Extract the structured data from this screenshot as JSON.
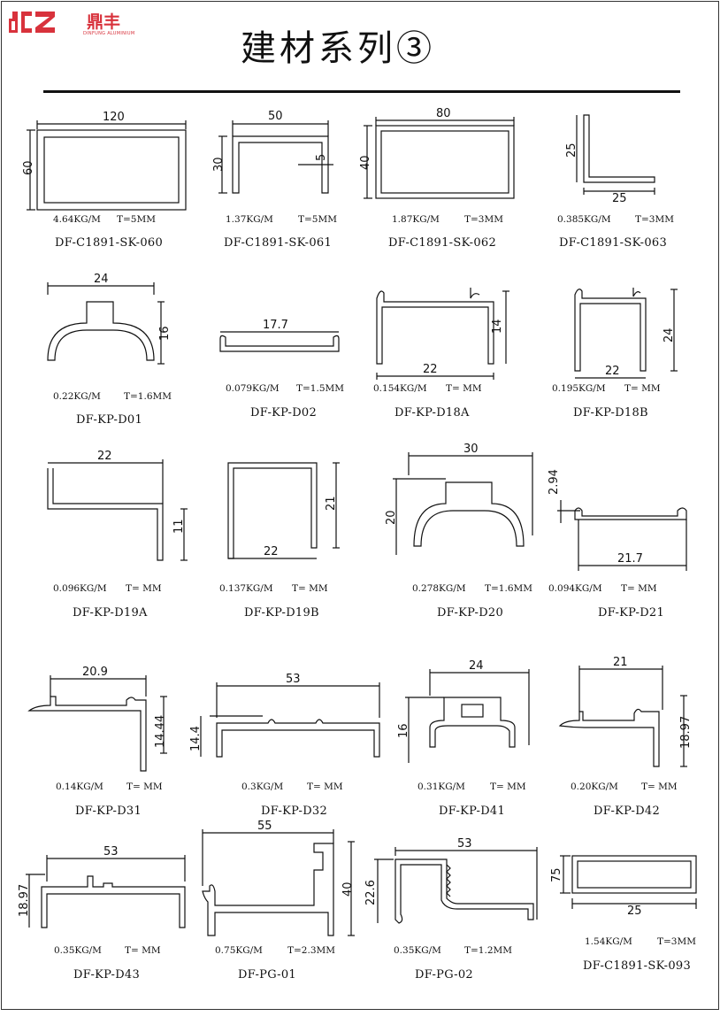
{
  "header": {
    "logo_brand": "鼎丰",
    "logo_sub": "DINFUNG ALUMINIUM",
    "title": "建材系列③",
    "brand_color": "#d8323c"
  },
  "profiles": [
    {
      "code": "DF-C1891-SK-060",
      "weight": "4.64KG/M",
      "thickness": "T=5MM",
      "dims": [
        "120",
        "60"
      ]
    },
    {
      "code": "DF-C1891-SK-061",
      "weight": "1.37KG/M",
      "thickness": "T=5MM",
      "dims": [
        "50",
        "30",
        "5"
      ]
    },
    {
      "code": "DF-C1891-SK-062",
      "weight": "1.87KG/M",
      "thickness": "T=3MM",
      "dims": [
        "80",
        "40"
      ]
    },
    {
      "code": "DF-C1891-SK-063",
      "weight": "0.385KG/M",
      "thickness": "T=3MM",
      "dims": [
        "25",
        "25"
      ]
    },
    {
      "code": "DF-KP-D01",
      "weight": "0.22KG/M",
      "thickness": "T=1.6MM",
      "dims": [
        "24",
        "16"
      ]
    },
    {
      "code": "DF-KP-D02",
      "weight": "0.079KG/M",
      "thickness": "T=1.5MM",
      "dims": [
        "17.7"
      ]
    },
    {
      "code": "DF-KP-D18A",
      "weight": "0.154KG/M",
      "thickness": "T=   MM",
      "dims": [
        "14",
        "22"
      ]
    },
    {
      "code": "DF-KP-D18B",
      "weight": "0.195KG/M",
      "thickness": "T=   MM",
      "dims": [
        "24",
        "22"
      ]
    },
    {
      "code": "DF-KP-D19A",
      "weight": "0.096KG/M",
      "thickness": "T=   MM",
      "dims": [
        "22",
        "11"
      ]
    },
    {
      "code": "DF-KP-D19B",
      "weight": "0.137KG/M",
      "thickness": "T=   MM",
      "dims": [
        "21",
        "22"
      ]
    },
    {
      "code": "DF-KP-D20",
      "weight": "0.278KG/M",
      "thickness": "T=1.6MM",
      "dims": [
        "30",
        "20"
      ]
    },
    {
      "code": "DF-KP-D21",
      "weight": "0.094KG/M",
      "thickness": "T=   MM",
      "dims": [
        "2.94",
        "21.7"
      ]
    },
    {
      "code": "DF-KP-D31",
      "weight": "0.14KG/M",
      "thickness": "T=   MM",
      "dims": [
        "20.9",
        "14.44"
      ]
    },
    {
      "code": "DF-KP-D32",
      "weight": "0.3KG/M",
      "thickness": "T=   MM",
      "dims": [
        "53",
        "14.4"
      ]
    },
    {
      "code": "DF-KP-D41",
      "weight": "0.31KG/M",
      "thickness": "T=   MM",
      "dims": [
        "24",
        "16"
      ]
    },
    {
      "code": "DF-KP-D42",
      "weight": "0.20KG/M",
      "thickness": "T=   MM",
      "dims": [
        "21",
        "18.97"
      ]
    },
    {
      "code": "DF-KP-D43",
      "weight": "0.35KG/M",
      "thickness": "T=   MM",
      "dims": [
        "53",
        "18.97"
      ]
    },
    {
      "code": "DF-PG-01",
      "weight": "0.75KG/M",
      "thickness": "T=2.3MM",
      "dims": [
        "55",
        "40"
      ]
    },
    {
      "code": "DF-PG-02",
      "weight": "0.35KG/M",
      "thickness": "T=1.2MM",
      "dims": [
        "53",
        "22.6"
      ]
    },
    {
      "code": "DF-C1891-SK-093",
      "weight": "1.54KG/M",
      "thickness": "T=3MM",
      "dims": [
        "75",
        "25"
      ]
    }
  ]
}
